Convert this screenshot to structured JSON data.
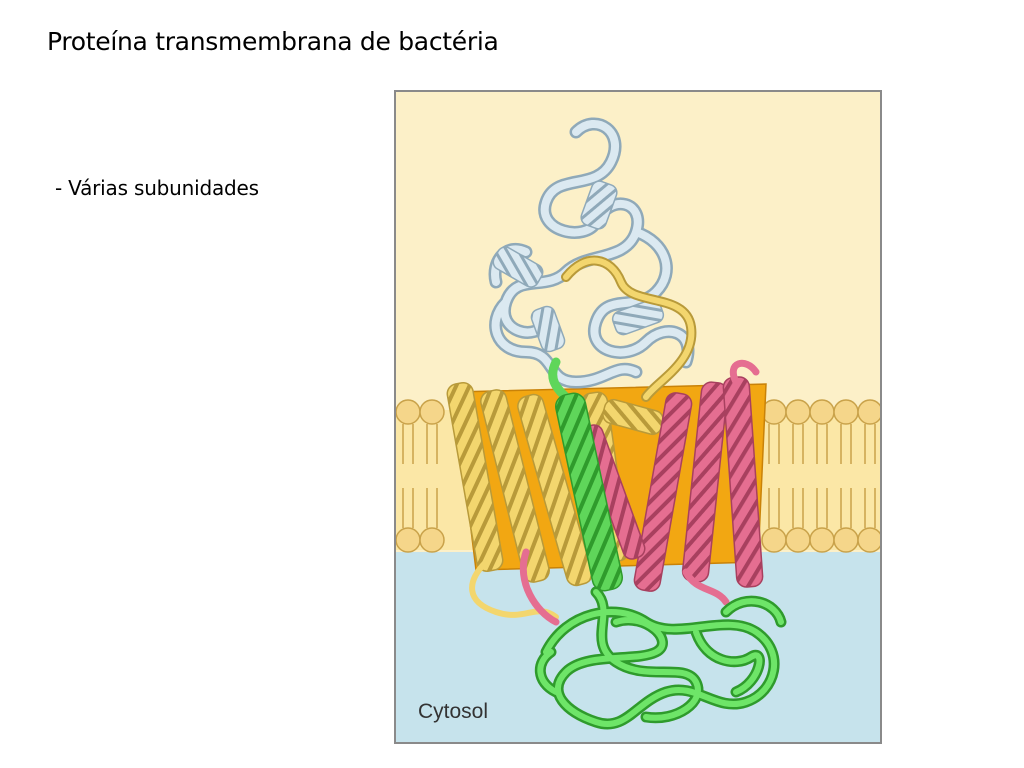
{
  "slide": {
    "title": "Proteína transmembrana de bactéria",
    "bullet": "- Várias subunidades"
  },
  "figure": {
    "cytosol_label": "Cytosol",
    "colors": {
      "periplasm": "#fcf0c8",
      "cytosol": "#c6e3ec",
      "lipid_head": "#f5d68a",
      "lipid_tail": "#fbe7a6",
      "core": "#f2a712",
      "subunit_blue": "#cfe0ea",
      "subunit_yellow": "#f3d66e",
      "subunit_pink": "#e56e91",
      "subunit_green": "#5fd65a"
    }
  }
}
